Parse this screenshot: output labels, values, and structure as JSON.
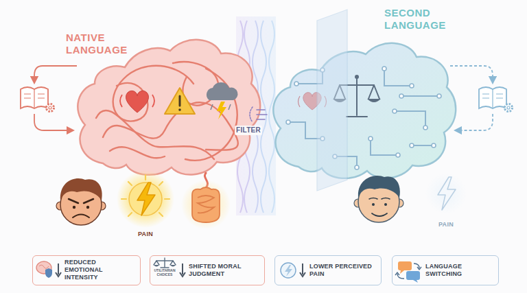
{
  "diagram": {
    "nodes": [
      {
        "text": [
          "REDUCED EMOTIONAL INTENSITY"
        ]
      },
      {
        "text": [
          "SHIFTED MORAL JUDGMENT"
        ]
      },
      {
        "text": [
          "LOWER PERCEIVED PAIN"
        ]
      },
      {
        "text": [
          "LANGUAGE SWITCHING"
        ]
      }
    ],
    "labels": [
      "NATIVE LANGUAGE",
      "SECOND LANGUAGE",
      "FILTER",
      "PAIN",
      "PAIN",
      "UTILITARIAN CHOICES"
    ]
  }
}
